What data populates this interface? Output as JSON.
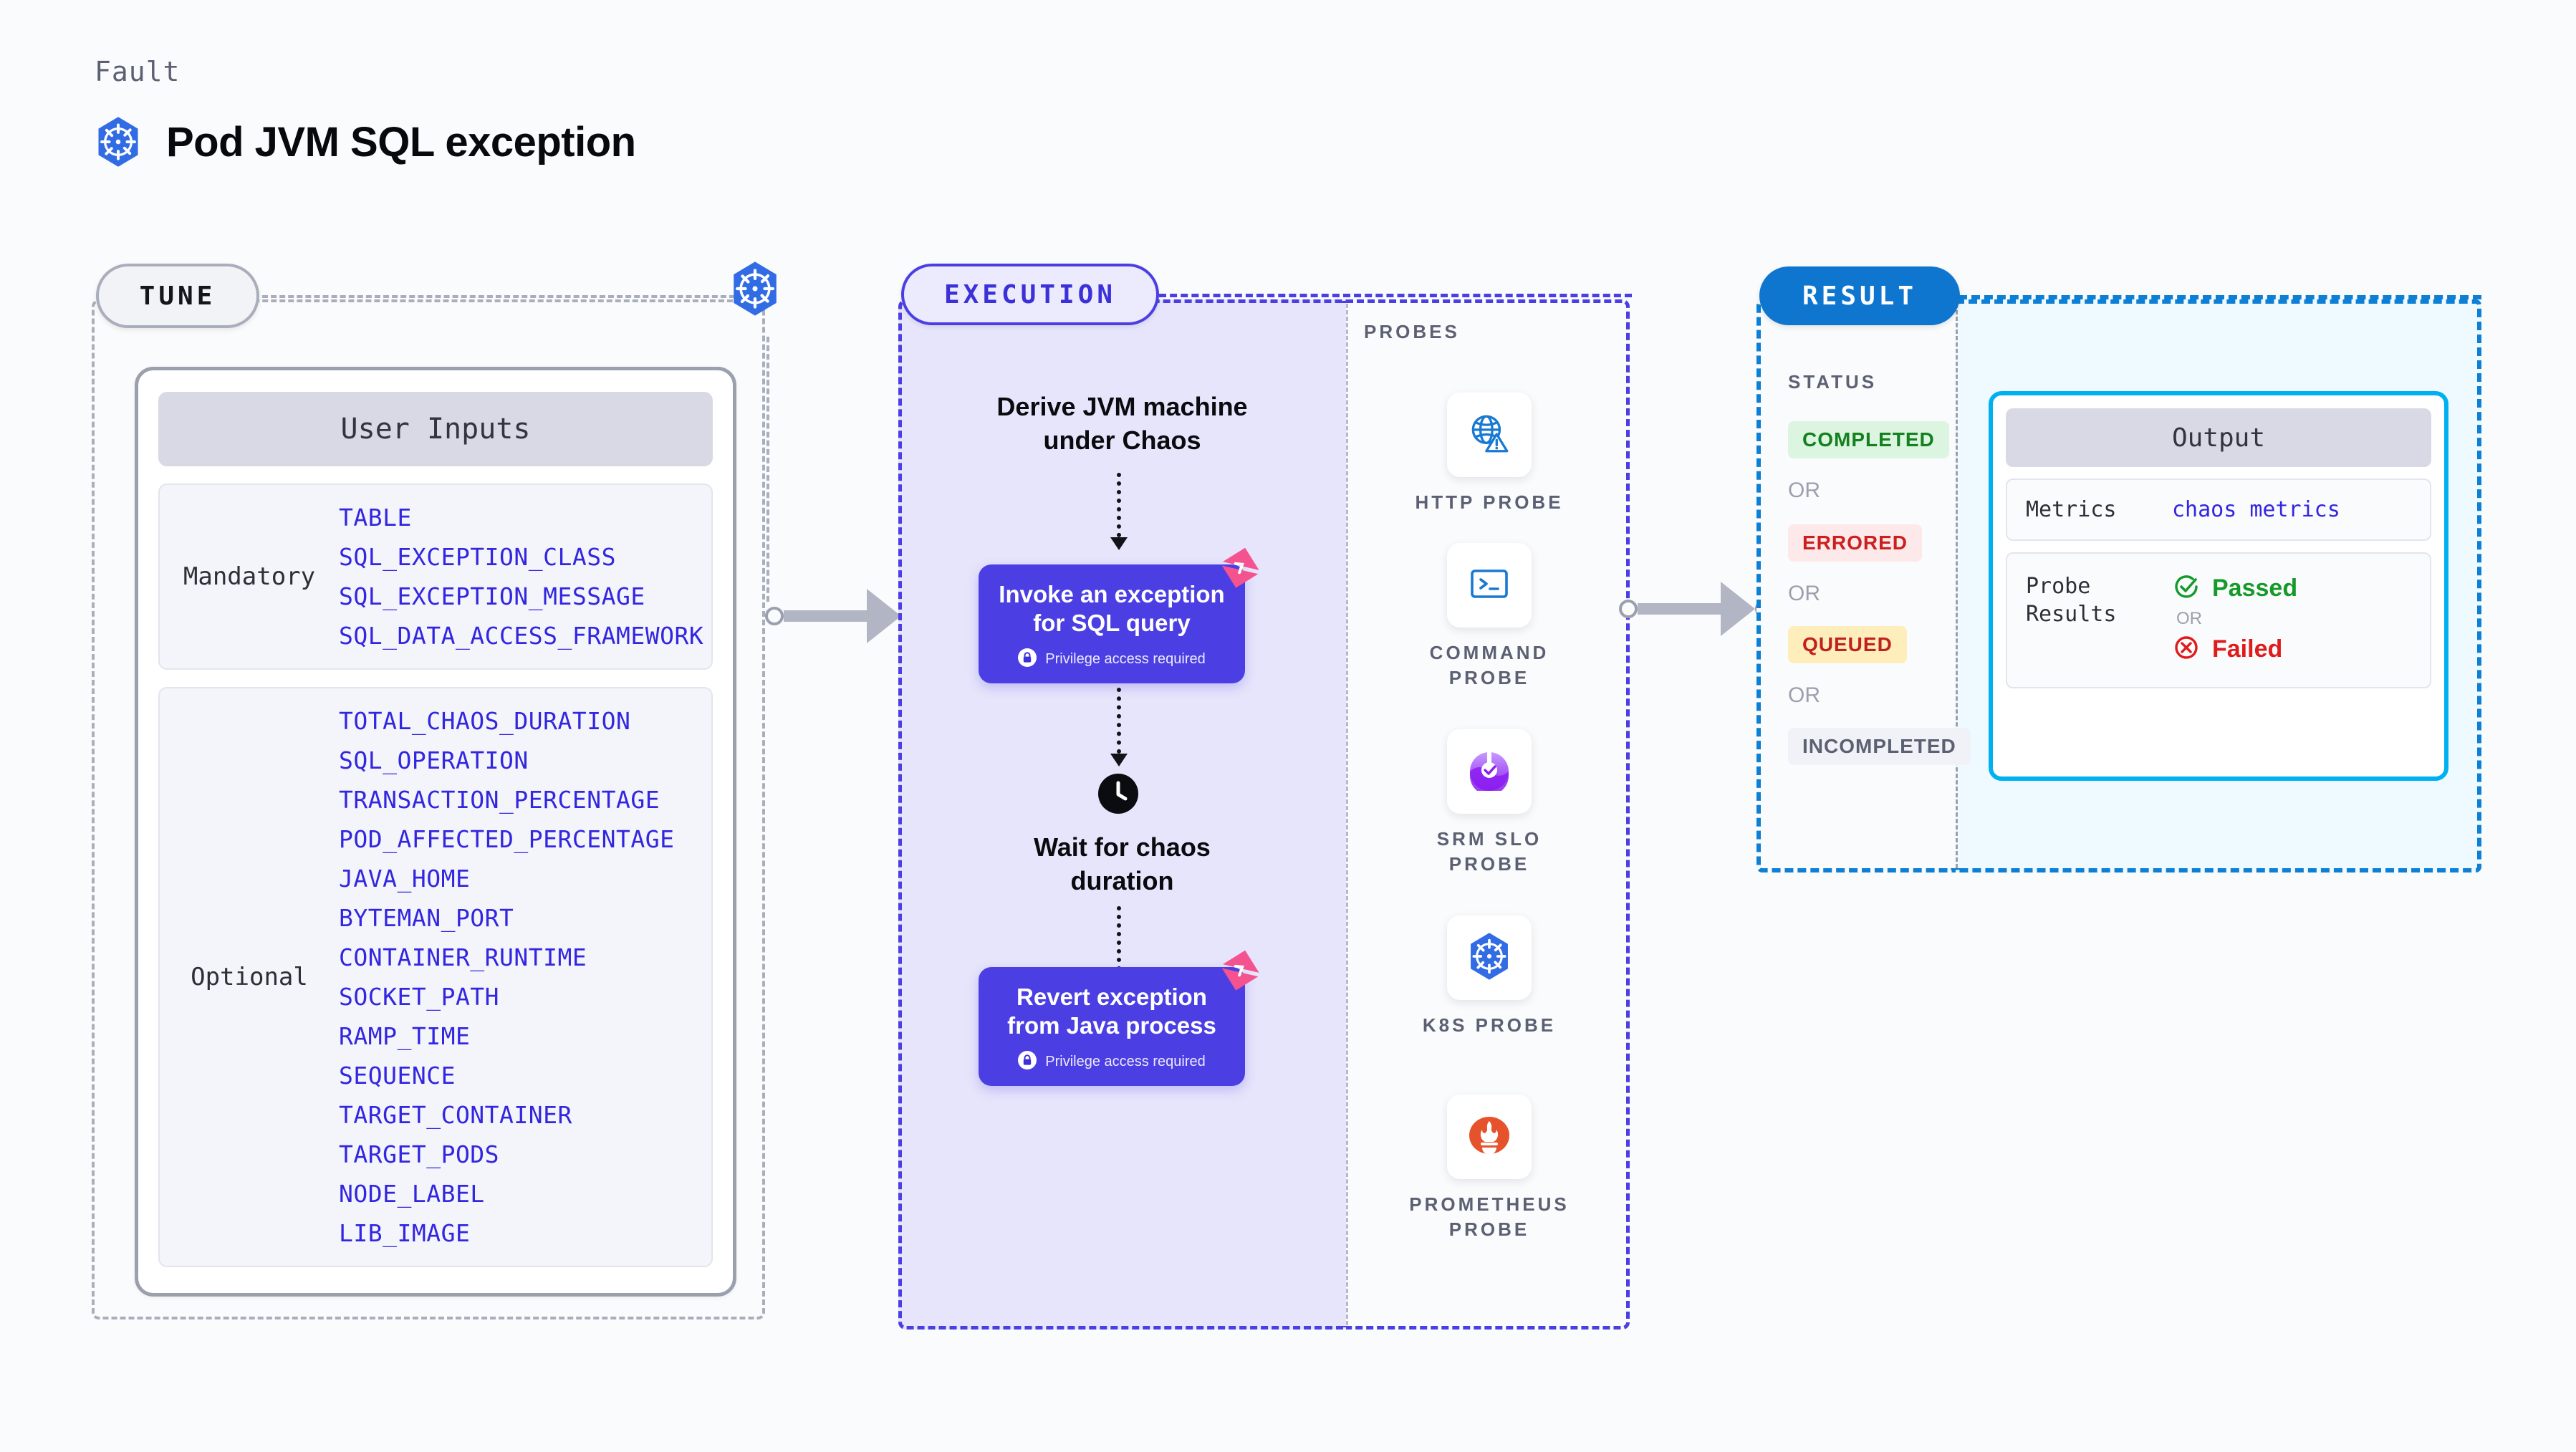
{
  "header": {
    "eyebrow": "Fault",
    "title": "Pod JVM SQL exception",
    "logo_icon": "kubernetes-icon"
  },
  "tune": {
    "badge": "TUNE",
    "card_header": "User Inputs",
    "groups": [
      {
        "label": "Mandatory",
        "items": [
          "TABLE",
          "SQL_EXCEPTION_CLASS",
          "SQL_EXCEPTION_MESSAGE",
          "SQL_DATA_ACCESS_FRAMEWORK"
        ]
      },
      {
        "label": "Optional",
        "items": [
          "TOTAL_CHAOS_DURATION",
          "SQL_OPERATION",
          "TRANSACTION_PERCENTAGE",
          "POD_AFFECTED_PERCENTAGE",
          "JAVA_HOME",
          "BYTEMAN_PORT",
          "CONTAINER_RUNTIME",
          "SOCKET_PATH",
          "RAMP_TIME",
          "SEQUENCE",
          "TARGET_CONTAINER",
          "TARGET_PODS",
          "NODE_LABEL",
          "LIB_IMAGE"
        ]
      }
    ]
  },
  "execution": {
    "badge": "EXECUTION",
    "step_derive": "Derive JVM machine\nunder Chaos",
    "card_invoke": {
      "title": "Invoke an exception\nfor SQL query",
      "privilege": "Privilege access required",
      "lock_icon": "lock-icon",
      "flag_icon": "pink-flag-icon"
    },
    "step_wait": "Wait for chaos\nduration",
    "wait_icon": "clock-icon",
    "card_revert": {
      "title": "Revert exception\nfrom Java process",
      "privilege": "Privilege access required",
      "lock_icon": "lock-icon",
      "flag_icon": "pink-flag-icon"
    }
  },
  "probes": {
    "label": "PROBES",
    "items": [
      {
        "name": "HTTP  PROBE",
        "icon": "globe-warning-icon"
      },
      {
        "name": "COMMAND\nPROBE",
        "icon": "terminal-icon"
      },
      {
        "name": "SRM  SLO\nPROBE",
        "icon": "srm-slo-icon"
      },
      {
        "name": "K8S  PROBE",
        "icon": "kubernetes-icon"
      },
      {
        "name": "PROMETHEUS\nPROBE",
        "icon": "prometheus-icon"
      }
    ]
  },
  "result": {
    "badge": "RESULT",
    "status_label": "STATUS",
    "or": "OR",
    "statuses": [
      {
        "label": "COMPLETED",
        "color": "#158020"
      },
      {
        "label": "ERRORED",
        "color": "#cc1f1f"
      },
      {
        "label": "QUEUED",
        "color": "#c21f1f"
      },
      {
        "label": "INCOMPLETED",
        "color": "#5b6073"
      }
    ],
    "output": {
      "header": "Output",
      "metrics_key": "Metrics",
      "metrics_value": "chaos metrics",
      "probe_key": "Probe\nResults",
      "passed": "Passed",
      "failed": "Failed",
      "or": "OR",
      "pass_icon": "check-circle-icon",
      "fail_icon": "x-circle-icon"
    }
  },
  "colors": {
    "accent_purple": "#4b3fe4",
    "accent_blue": "#0d7fd4",
    "accent_cyan": "#00b0f0",
    "param_blue": "#3226e0",
    "pink": "#f4538f",
    "k8s_blue": "#326ce5"
  }
}
